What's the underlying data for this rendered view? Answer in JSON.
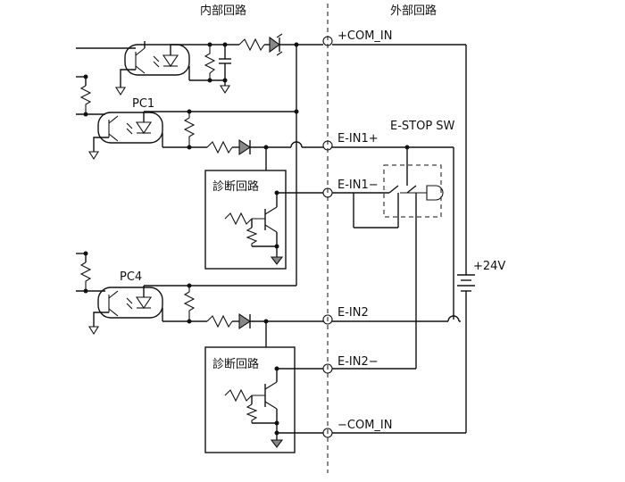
{
  "section_labels": {
    "internal": "内部回路",
    "external": "外部回路"
  },
  "terminals": {
    "com_plus": "+COM_IN",
    "ein1_plus": "E-IN1+",
    "ein1_minus": "E-IN1−",
    "ein2": "E-IN2",
    "ein2_minus": "E-IN2−",
    "com_minus": "−COM_IN"
  },
  "components": {
    "pc1": "PC1",
    "pc4": "PC4",
    "diag1": "診断回路",
    "diag2": "診断回路",
    "estop": "E-STOP SW",
    "supply": "+24V"
  },
  "icons": [
    "optocoupler-icon",
    "resistor-icon",
    "capacitor-icon",
    "diode-icon",
    "transistor-icon",
    "ground-icon",
    "battery-icon",
    "switch-icon"
  ]
}
